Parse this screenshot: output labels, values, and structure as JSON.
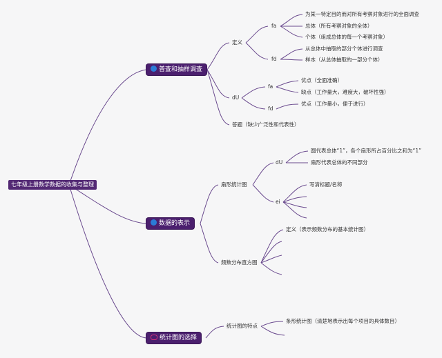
{
  "root": "七年级上册数学数据的收集与整理",
  "branches": [
    {
      "label": "普查和抽样调查",
      "icon": "globe-icon"
    },
    {
      "label": "数据的表示",
      "icon": "globe-icon"
    },
    {
      "label": "统计图的选择",
      "icon": "eye-icon"
    }
  ],
  "nodes": {
    "b1_def": "定义",
    "b1_fa": "fa",
    "b1_fd": "fd",
    "b1_fa_1": "为某一特定目的而对所有考察对象进行的全面调查",
    "b1_fa_2": "总体（所有考察对象的全体）",
    "b1_fa_3": "个体（组成总体的每一个考察对象）",
    "b1_fd_1": "从总体中抽取的部分个体进行调查",
    "b1_fd_2": "样本（从总体抽取的一部分个体）",
    "b1_du": "dU",
    "b1_du_fa": "fa",
    "b1_du_fd": "fd",
    "b1_du_fa_1": "优点（全面准确）",
    "b1_du_fa_2": "缺点（工作量大，难度大，破坏性强）",
    "b1_du_fd_1": "优点（工作量小，便于进行）",
    "b1_answer": "答题（缺少广泛性和代表性）",
    "b2_pie": "扇形统计图",
    "b2_pie_du": "dU",
    "b2_pie_du_1": "圆代表总体“1”，各个扇形所占百分比之和为“1”",
    "b2_pie_du_2": "扇形代表总体的不同部分",
    "b2_pie_ei": "ei",
    "b2_pie_ei_1": "写清标题/名称",
    "b2_hist": "频数分布直方图",
    "b2_hist_1": "定义（表示频数分布的基本统计图）",
    "b3_feat": "统计图的特点",
    "b3_feat_1": "条形统计图（清楚地表示出每个项目的具体数目）"
  },
  "colors": {
    "line": "#6a4a8e",
    "node_fill": "#4b1f6e",
    "globe": "#2b7bd6",
    "eye": "#d6337a"
  }
}
